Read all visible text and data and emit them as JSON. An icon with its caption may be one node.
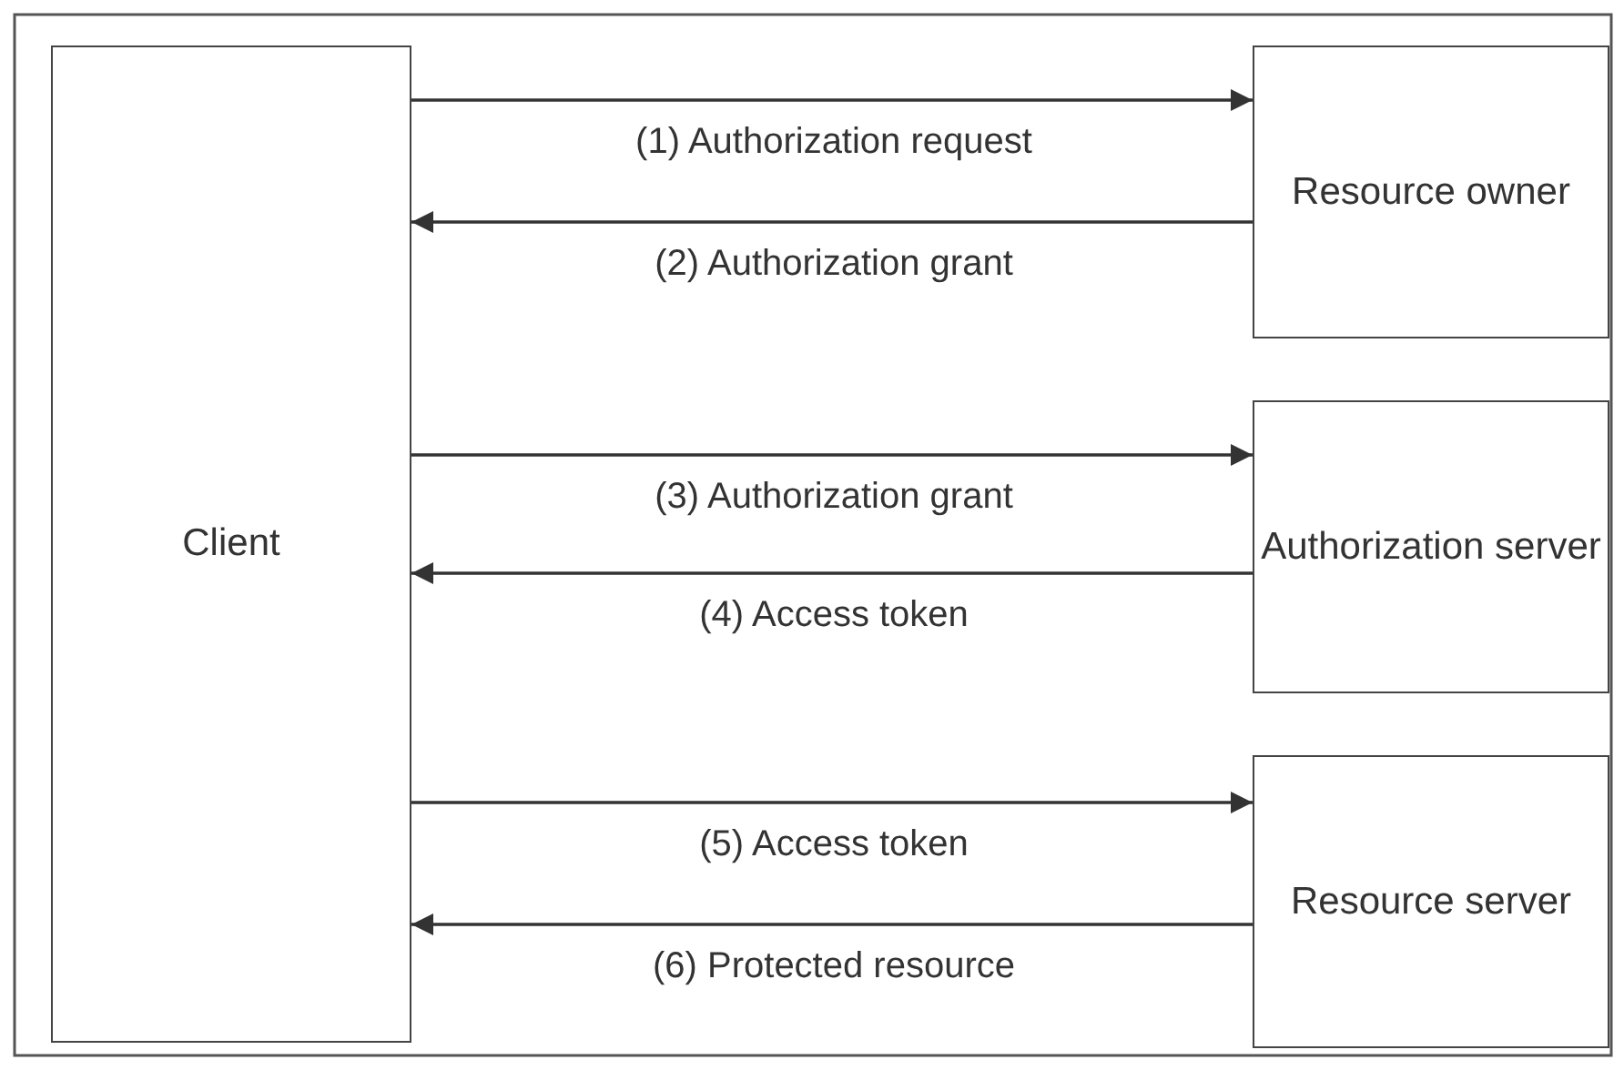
{
  "diagram": {
    "nodes": [
      {
        "text": [
          "Client"
        ]
      },
      {
        "text": [
          "Resource owner"
        ]
      },
      {
        "text": [
          "Authorization server"
        ]
      },
      {
        "text": [
          "Resource server"
        ]
      }
    ],
    "edges": [
      {
        "from": 0,
        "to": 1,
        "arrow": "to",
        "label": "(1) Authorization request"
      },
      {
        "from": 1,
        "to": 0,
        "arrow": "to",
        "label": "(2) Authorization grant"
      },
      {
        "from": 0,
        "to": 2,
        "arrow": "to",
        "label": "(3) Authorization grant"
      },
      {
        "from": 2,
        "to": 0,
        "arrow": "to",
        "label": "(4) Access token"
      },
      {
        "from": 0,
        "to": 3,
        "arrow": "to",
        "label": "(5) Access token"
      },
      {
        "from": 3,
        "to": 0,
        "arrow": "to",
        "label": "(6) Protected resource"
      }
    ]
  }
}
